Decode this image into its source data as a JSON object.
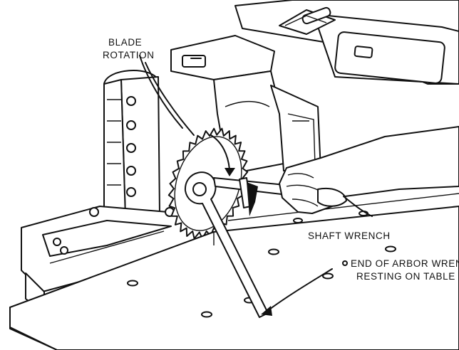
{
  "labels": {
    "blade_rotation_line1": "BLADE",
    "blade_rotation_line2": "ROTATION",
    "shaft_wrench": "SHAFT WRENCH",
    "arbor_line1": "END OF ARBOR WRENCH",
    "arbor_line2": "RESTING ON TABLE"
  },
  "colors": {
    "ink": "#111111",
    "paper": "#ffffff"
  }
}
